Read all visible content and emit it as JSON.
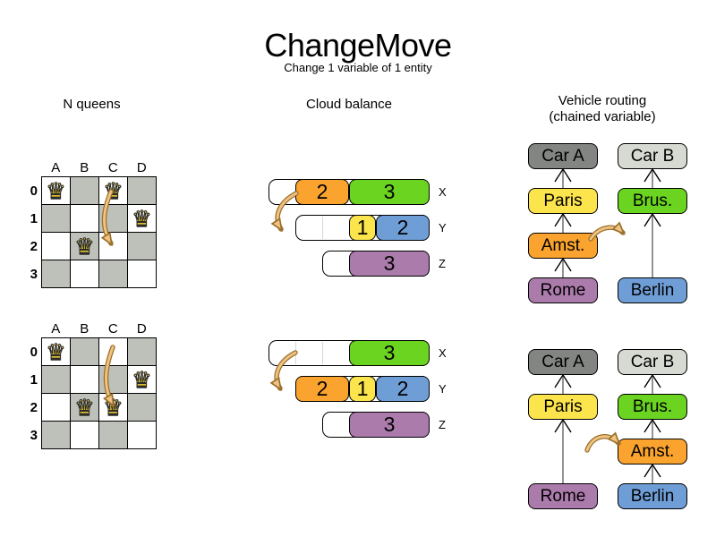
{
  "header": {
    "title": "ChangeMove",
    "subtitle": "Change 1 variable of 1 entity"
  },
  "sections": {
    "nqueens_title": "N queens",
    "cloud_title": "Cloud balance",
    "vehicle_title": "Vehicle routing",
    "vehicle_subtitle": "(chained variable)"
  },
  "icons": {
    "queen": "♛"
  },
  "nqueens": {
    "column_labels": [
      "A",
      "B",
      "C",
      "D"
    ],
    "row_labels": [
      "0",
      "1",
      "2",
      "3"
    ],
    "board_before_queens": [
      "A0",
      "C0",
      "D1",
      "B2"
    ],
    "board_after_queens": [
      "A0",
      "D1",
      "B2",
      "C2"
    ]
  },
  "cloud": {
    "row_labels": [
      "X",
      "Y",
      "Z"
    ],
    "before": {
      "x": [
        "2",
        "3"
      ],
      "y": [
        "1",
        "2"
      ],
      "z": [
        "3"
      ]
    },
    "after": {
      "x": [
        "3"
      ],
      "y": [
        "2",
        "1",
        "2"
      ],
      "z": [
        "3"
      ]
    }
  },
  "vehicle": {
    "labels": {
      "car_a": "Car A",
      "car_b": "Car B",
      "paris": "Paris",
      "brus": "Brus.",
      "amst": "Amst.",
      "rome": "Rome",
      "berlin": "Berlin"
    }
  },
  "colors": {
    "process_orange": "#fba32f",
    "process_green": "#6ad421",
    "process_yellow": "#fbe44c",
    "process_blue": "#6f9ed7",
    "process_purple": "#ab7bab",
    "car_a_gray": "#828581",
    "car_b_gray": "#d6dad2",
    "board_dark_square": "#bdc1ba",
    "queen_gold": "#f6d32d",
    "move_arrow_tan": "#f0c283",
    "move_arrow_outline": "#9a702a",
    "chain_line_gray": "#7a7a7a"
  }
}
